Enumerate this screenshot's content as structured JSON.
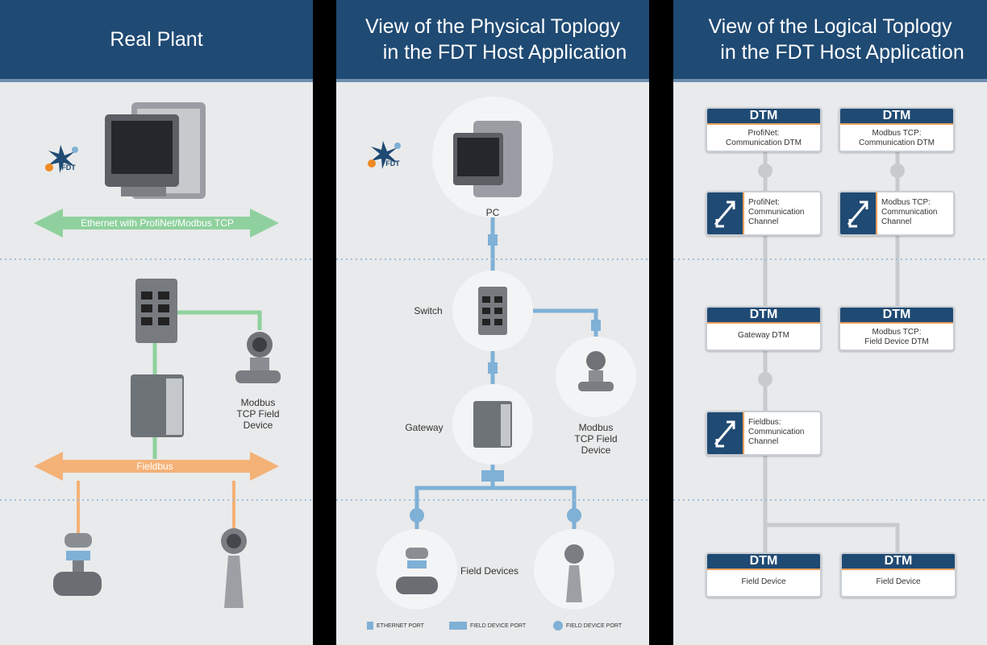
{
  "panels": {
    "real_plant": {
      "title": "Real Plant",
      "ethernet_label": "Ethernet with ProfiNet/Modbus TCP",
      "fieldbus_label": "Fieldbus",
      "modbus_device_label": [
        "Modbus",
        "TCP Field",
        "Device"
      ],
      "logo_text": "FDT"
    },
    "physical": {
      "title_line1": "View of the Physical Toplogy",
      "title_line2": "in the FDT Host Application",
      "pc_label": "PC",
      "switch_label": "Switch",
      "gateway_label": "Gateway",
      "modbus_device_label": [
        "Modbus",
        "TCP Field",
        "Device"
      ],
      "field_devices_label": "Field Devices",
      "logo_text": "FDT",
      "legend": [
        "ETHERNET PORT",
        "FIELD DEVICE PORT",
        "FIELD DEVICE PORT"
      ]
    },
    "logical": {
      "title_line1": "View of the Logical Toplogy",
      "title_line2": "in the FDT Host Application",
      "dtm_heading": "DTM",
      "profinet_dtm": [
        "ProfiNet:",
        "Communication DTM"
      ],
      "modbus_dtm": [
        "Modbus TCP:",
        "Communication DTM"
      ],
      "profinet_channel": [
        "ProfiNet:",
        "Communication",
        "Channel"
      ],
      "modbus_channel": [
        "Modbus TCP:",
        "Communication",
        "Channel"
      ],
      "gateway_dtm": "Gateway DTM",
      "modbus_field_dtm": [
        "Modbus TCP:",
        "Field Device DTM"
      ],
      "fieldbus_channel": [
        "Fieldbus:",
        "Communication",
        "Channel"
      ],
      "field_device_1": "Field Device",
      "field_device_2": "Field Device"
    }
  },
  "colors": {
    "header": "#1f4a73",
    "ethernet": "#8fd19e",
    "fieldbus": "#f4b277",
    "port_blue": "#7fb0d6",
    "logic_line": "#c8cbce",
    "accent": "#e8a05a"
  }
}
